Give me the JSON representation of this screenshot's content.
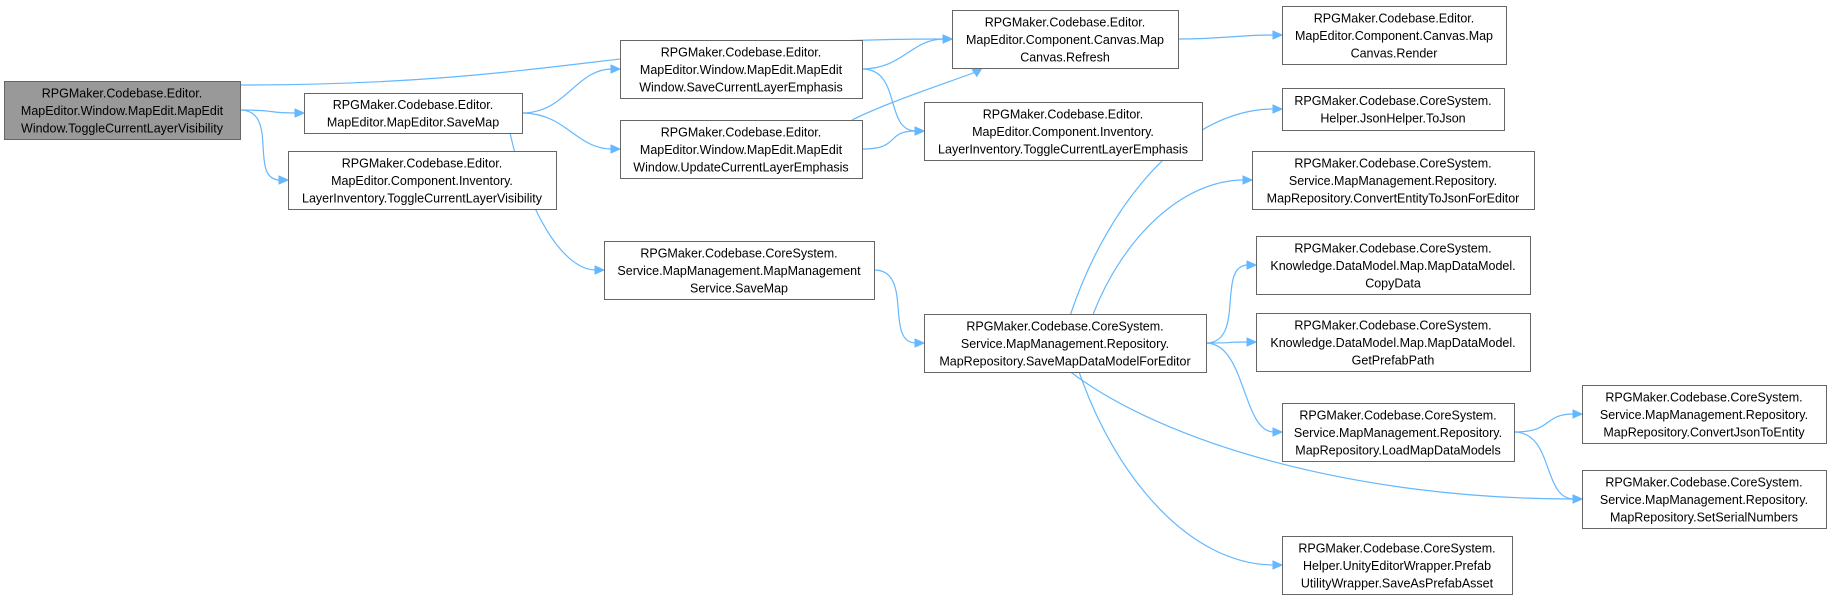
{
  "colors": {
    "root_fill": "#999999",
    "node_fill": "#ffffff",
    "node_border": "#666666",
    "edge": "#63b8ff",
    "text": "#000000"
  },
  "nodes": [
    {
      "id": "n_toggle_vis",
      "lines": [
        "RPGMaker.Codebase.Editor.",
        "MapEditor.Window.MapEdit.MapEdit",
        "Window.ToggleCurrentLayerVisibility"
      ],
      "root": true
    },
    {
      "id": "n_savemap",
      "lines": [
        "RPGMaker.Codebase.Editor.",
        "MapEditor.MapEditor.SaveMap"
      ]
    },
    {
      "id": "n_layerinv_vis",
      "lines": [
        "RPGMaker.Codebase.Editor.",
        "MapEditor.Component.Inventory.",
        "LayerInventory.ToggleCurrentLayerVisibility"
      ]
    },
    {
      "id": "n_save_emph",
      "lines": [
        "RPGMaker.Codebase.Editor.",
        "MapEditor.Window.MapEdit.MapEdit",
        "Window.SaveCurrentLayerEmphasis"
      ]
    },
    {
      "id": "n_update_emph",
      "lines": [
        "RPGMaker.Codebase.Editor.",
        "MapEditor.Window.MapEdit.MapEdit",
        "Window.UpdateCurrentLayerEmphasis"
      ]
    },
    {
      "id": "n_mm_service",
      "lines": [
        "RPGMaker.Codebase.CoreSystem.",
        "Service.MapManagement.MapManagement",
        "Service.SaveMap"
      ]
    },
    {
      "id": "n_refresh",
      "lines": [
        "RPGMaker.Codebase.Editor.",
        "MapEditor.Component.Canvas.Map",
        "Canvas.Refresh"
      ]
    },
    {
      "id": "n_layerinv_emph",
      "lines": [
        "RPGMaker.Codebase.Editor.",
        "MapEditor.Component.Inventory.",
        "LayerInventory.ToggleCurrentLayerEmphasis"
      ]
    },
    {
      "id": "n_save_mdm",
      "lines": [
        "RPGMaker.Codebase.CoreSystem.",
        "Service.MapManagement.Repository.",
        "MapRepository.SaveMapDataModelForEditor"
      ]
    },
    {
      "id": "n_render",
      "lines": [
        "RPGMaker.Codebase.Editor.",
        "MapEditor.Component.Canvas.Map",
        "Canvas.Render"
      ]
    },
    {
      "id": "n_tojson",
      "lines": [
        "RPGMaker.Codebase.CoreSystem.",
        "Helper.JsonHelper.ToJson"
      ]
    },
    {
      "id": "n_conv_e2j",
      "lines": [
        "RPGMaker.Codebase.CoreSystem.",
        "Service.MapManagement.Repository.",
        "MapRepository.ConvertEntityToJsonForEditor"
      ]
    },
    {
      "id": "n_copydata",
      "lines": [
        "RPGMaker.Codebase.CoreSystem.",
        "Knowledge.DataModel.Map.MapDataModel.",
        "CopyData"
      ]
    },
    {
      "id": "n_prefabpath",
      "lines": [
        "RPGMaker.Codebase.CoreSystem.",
        "Knowledge.DataModel.Map.MapDataModel.",
        "GetPrefabPath"
      ]
    },
    {
      "id": "n_loadmdm",
      "lines": [
        "RPGMaker.Codebase.CoreSystem.",
        "Service.MapManagement.Repository.",
        "MapRepository.LoadMapDataModels"
      ]
    },
    {
      "id": "n_saveprefab",
      "lines": [
        "RPGMaker.Codebase.CoreSystem.",
        "Helper.UnityEditorWrapper.Prefab",
        "UtilityWrapper.SaveAsPrefabAsset"
      ]
    },
    {
      "id": "n_conv_j2e",
      "lines": [
        "RPGMaker.Codebase.CoreSystem.",
        "Service.MapManagement.Repository.",
        "MapRepository.ConvertJsonToEntity"
      ]
    },
    {
      "id": "n_serials",
      "lines": [
        "RPGMaker.Codebase.CoreSystem.",
        "Service.MapManagement.Repository.",
        "MapRepository.SetSerialNumbers"
      ]
    }
  ],
  "edges": [
    {
      "from": "n_toggle_vis",
      "to": "n_refresh"
    },
    {
      "from": "n_toggle_vis",
      "to": "n_savemap"
    },
    {
      "from": "n_toggle_vis",
      "to": "n_layerinv_vis"
    },
    {
      "from": "n_savemap",
      "to": "n_save_emph"
    },
    {
      "from": "n_savemap",
      "to": "n_update_emph"
    },
    {
      "from": "n_savemap",
      "to": "n_mm_service"
    },
    {
      "from": "n_save_emph",
      "to": "n_refresh"
    },
    {
      "from": "n_save_emph",
      "to": "n_layerinv_emph"
    },
    {
      "from": "n_update_emph",
      "to": "n_refresh"
    },
    {
      "from": "n_update_emph",
      "to": "n_layerinv_emph"
    },
    {
      "from": "n_refresh",
      "to": "n_render"
    },
    {
      "from": "n_mm_service",
      "to": "n_save_mdm"
    },
    {
      "from": "n_save_mdm",
      "to": "n_tojson"
    },
    {
      "from": "n_save_mdm",
      "to": "n_conv_e2j"
    },
    {
      "from": "n_save_mdm",
      "to": "n_copydata"
    },
    {
      "from": "n_save_mdm",
      "to": "n_prefabpath"
    },
    {
      "from": "n_save_mdm",
      "to": "n_loadmdm"
    },
    {
      "from": "n_save_mdm",
      "to": "n_serials"
    },
    {
      "from": "n_save_mdm",
      "to": "n_saveprefab"
    },
    {
      "from": "n_loadmdm",
      "to": "n_conv_j2e"
    },
    {
      "from": "n_loadmdm",
      "to": "n_serials"
    }
  ]
}
